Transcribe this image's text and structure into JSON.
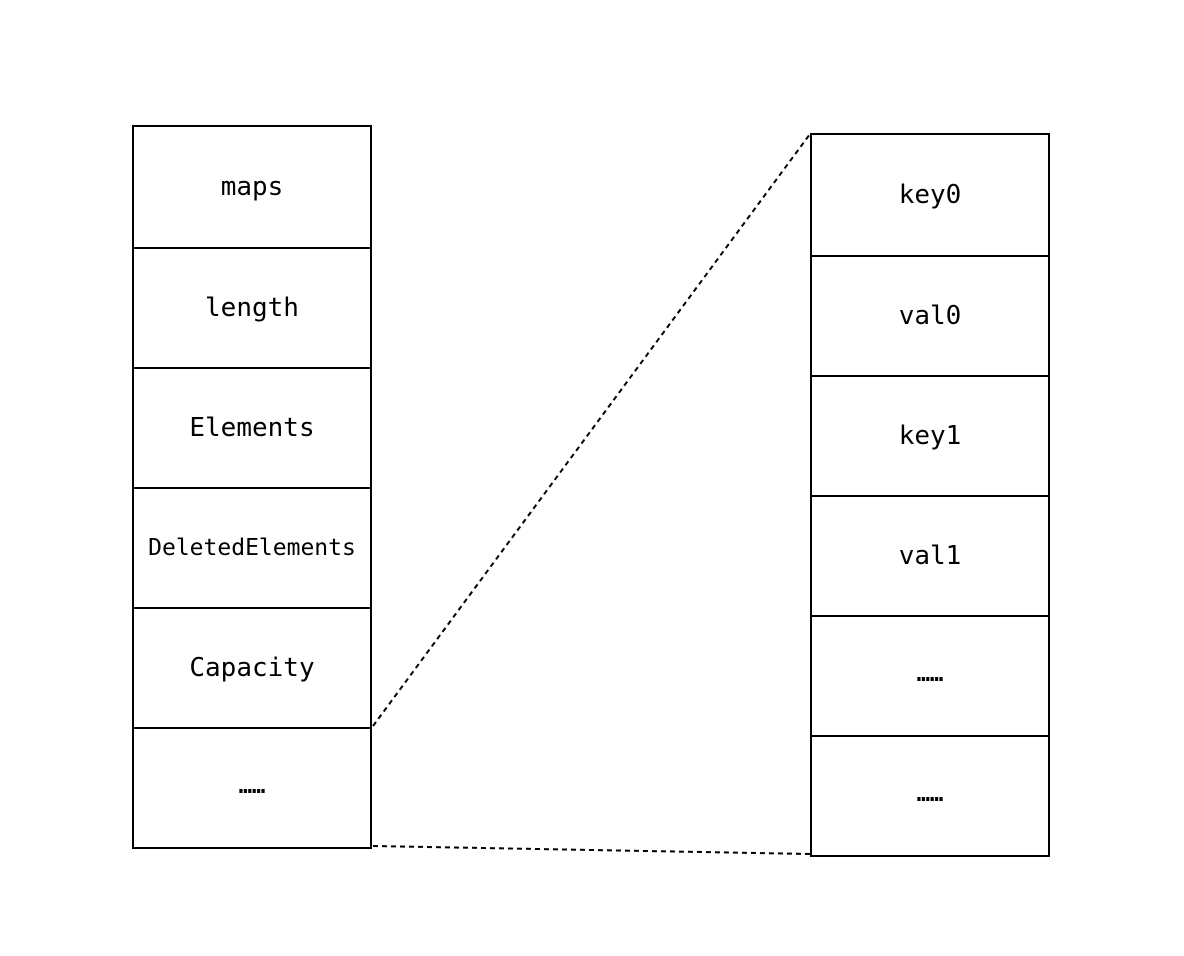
{
  "diagram": {
    "left_fields": [
      {
        "label": "maps"
      },
      {
        "label": "length"
      },
      {
        "label": "Elements"
      },
      {
        "label": "DeletedElements"
      },
      {
        "label": "Capacity"
      },
      {
        "label": "……"
      }
    ],
    "right_fields": [
      {
        "label": "key0"
      },
      {
        "label": "val0"
      },
      {
        "label": "key1"
      },
      {
        "label": "val1"
      },
      {
        "label": "……"
      },
      {
        "label": "……"
      }
    ],
    "line_color": "#000000",
    "connector_style": "dashed"
  }
}
